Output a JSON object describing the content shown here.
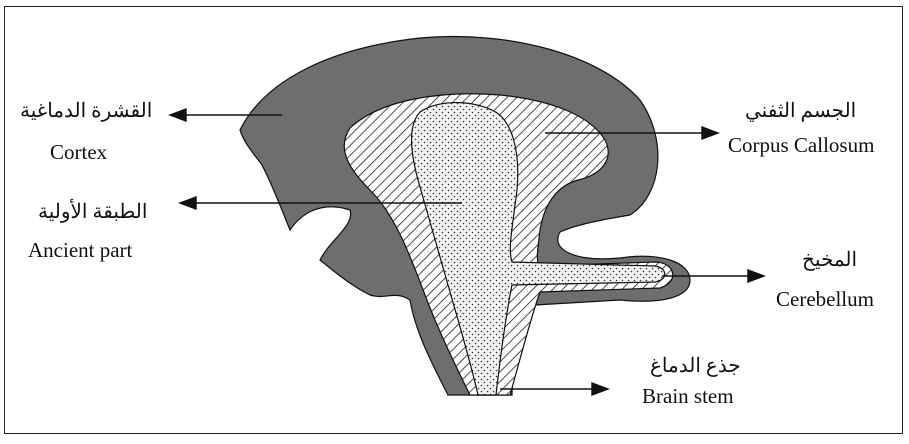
{
  "labels": {
    "cortex": {
      "ar": "القشرة الدماغية",
      "en": "Cortex"
    },
    "ancient": {
      "ar": "الطبقة الأولية",
      "en": "Ancient part"
    },
    "corpus": {
      "ar": "الجسم الثفني",
      "en": "Corpus Callosum"
    },
    "cerebellum": {
      "ar": "المخيخ",
      "en": "Cerebellum"
    },
    "stem": {
      "ar": "جذع الدماغ",
      "en": "Brain stem"
    }
  },
  "colors": {
    "cortex_fill": "#6e6e6e",
    "outline": "#111111"
  }
}
